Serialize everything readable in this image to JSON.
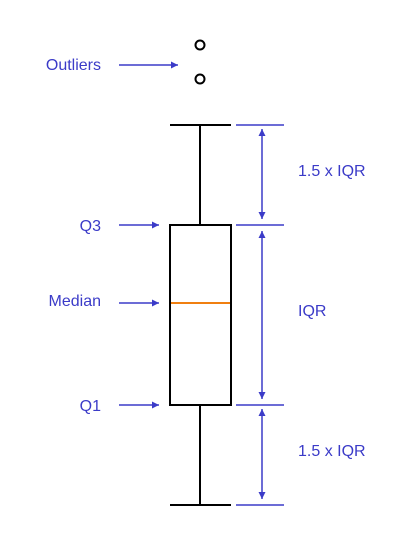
{
  "labels": {
    "outliers": "Outliers",
    "q3": "Q3",
    "median": "Median",
    "q1": "Q1",
    "upper_range": "1.5 x IQR",
    "iqr": "IQR",
    "lower_range": "1.5 x IQR"
  },
  "colors": {
    "annotation": "#3b3bc8",
    "box": "#000000",
    "median": "#f07f10",
    "background": "#ffffff"
  }
}
